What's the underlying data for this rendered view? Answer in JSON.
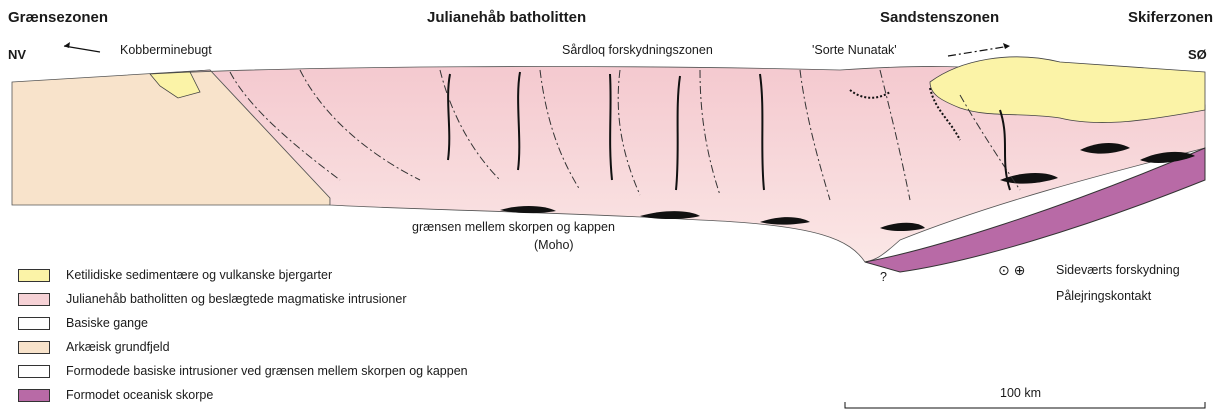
{
  "zones": {
    "graensezonen": "Grænsezonen",
    "julianehaab": "Julianehåb batholitten",
    "sandstenszonen": "Sandstenszonen",
    "skiferzonen": "Skiferzonen"
  },
  "directions": {
    "west": "NV",
    "east": "SØ"
  },
  "places": {
    "kobberminebugt": "Kobberminebugt",
    "saardloq": "Sårdloq forskydningszonen",
    "sorte_nunatak": "'Sorte Nunatak'"
  },
  "moho": {
    "line1": "grænsen mellem skorpen og kappen",
    "line2": "(Moho)"
  },
  "question_mark": "?",
  "legend": [
    {
      "label": "Ketilidiske sedimentære og vulkanske bjergarter",
      "color": "#fbf3a7"
    },
    {
      "label": "Julianehåb batholitten og beslægtede magmatiske intrusioner",
      "color": "#f6d2d6"
    },
    {
      "label": "Basiske gange",
      "color": "#ffffff"
    },
    {
      "label": "Arkæisk grundfjeld",
      "color": "#f8e3cb"
    },
    {
      "label": "Formodede basiske intrusioner ved grænsen mellem skorpen og kappen",
      "color": "#ffffff"
    },
    {
      "label": "Formodet oceanisk skorpe",
      "color": "#b86aa6"
    }
  ],
  "right_legend": {
    "symbols": "⊙ ⊕",
    "strike_slip": "Sideværts forskydning",
    "thrust": "Pålejringskontakt"
  },
  "scale": {
    "label": "100 km"
  }
}
